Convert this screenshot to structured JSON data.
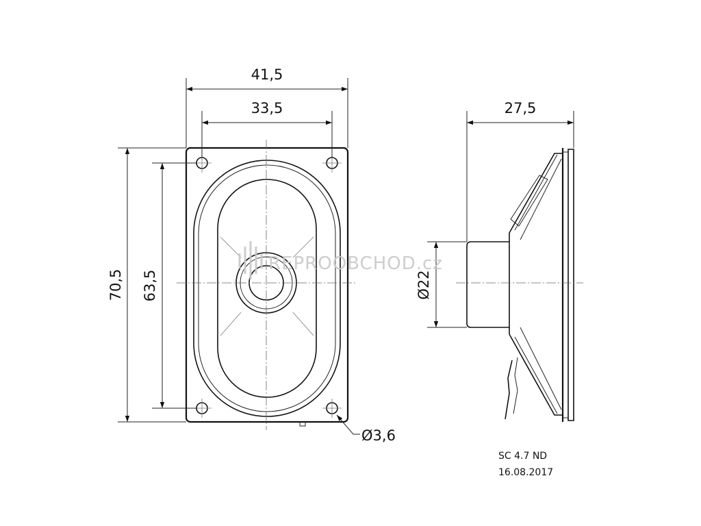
{
  "drawing": {
    "front_view": {
      "dim_overall_width": "41,5",
      "dim_inner_width": "33,5",
      "dim_overall_height": "70,5",
      "dim_inner_height": "63,5",
      "dim_hole_diameter": "Ø3,6"
    },
    "side_view": {
      "dim_depth": "27,5",
      "dim_magnet_diameter": "Ø22"
    },
    "notes": {
      "model": "SC 4.7 ND",
      "date": "16.08.2017"
    },
    "watermark": "REPROOBCHOD.cz"
  }
}
